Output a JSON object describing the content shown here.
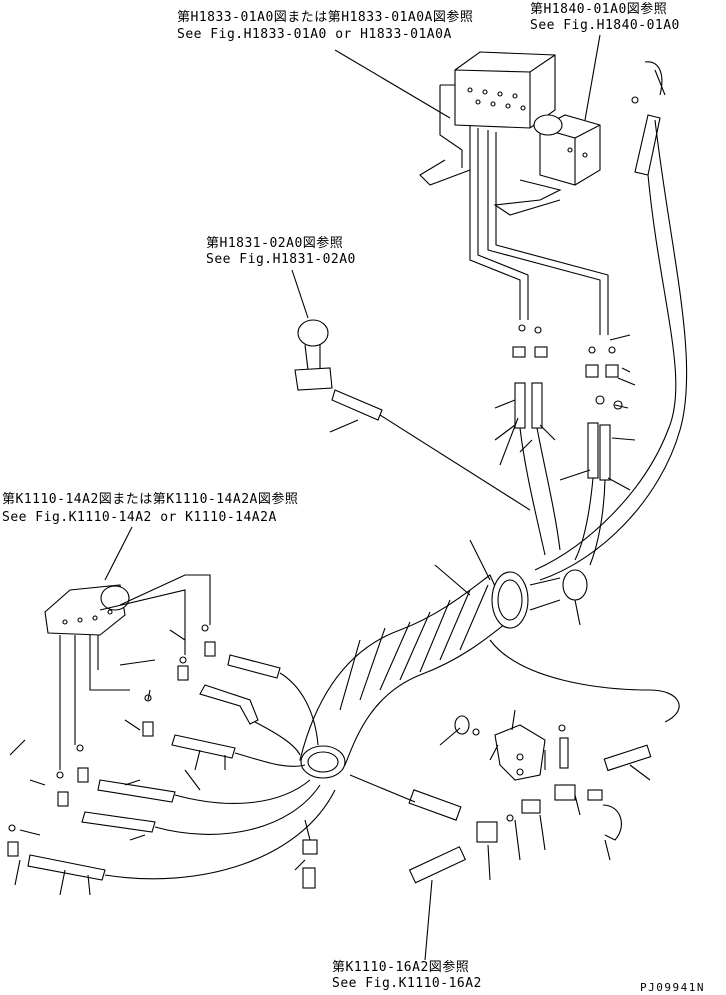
{
  "references": {
    "top_left": {
      "jp": "第H1833-01A0図または第H1833-01A0A図参照",
      "en": "See Fig.H1833-01A0 or H1833-01A0A"
    },
    "top_right": {
      "jp": "第H1840-01A0図参照",
      "en": "See Fig.H1840-01A0"
    },
    "middle": {
      "jp": "第H1831-02A0図参照",
      "en": "See Fig.H1831-02A0"
    },
    "left": {
      "jp": "第K1110-14A2図または第K1110-14A2A図参照",
      "en": "See Fig.K1110-14A2 or K1110-14A2A"
    },
    "bottom": {
      "jp": "第K1110-16A2図参照",
      "en": "See Fig.K1110-16A2"
    }
  },
  "drawing_number": "PJ09941N"
}
